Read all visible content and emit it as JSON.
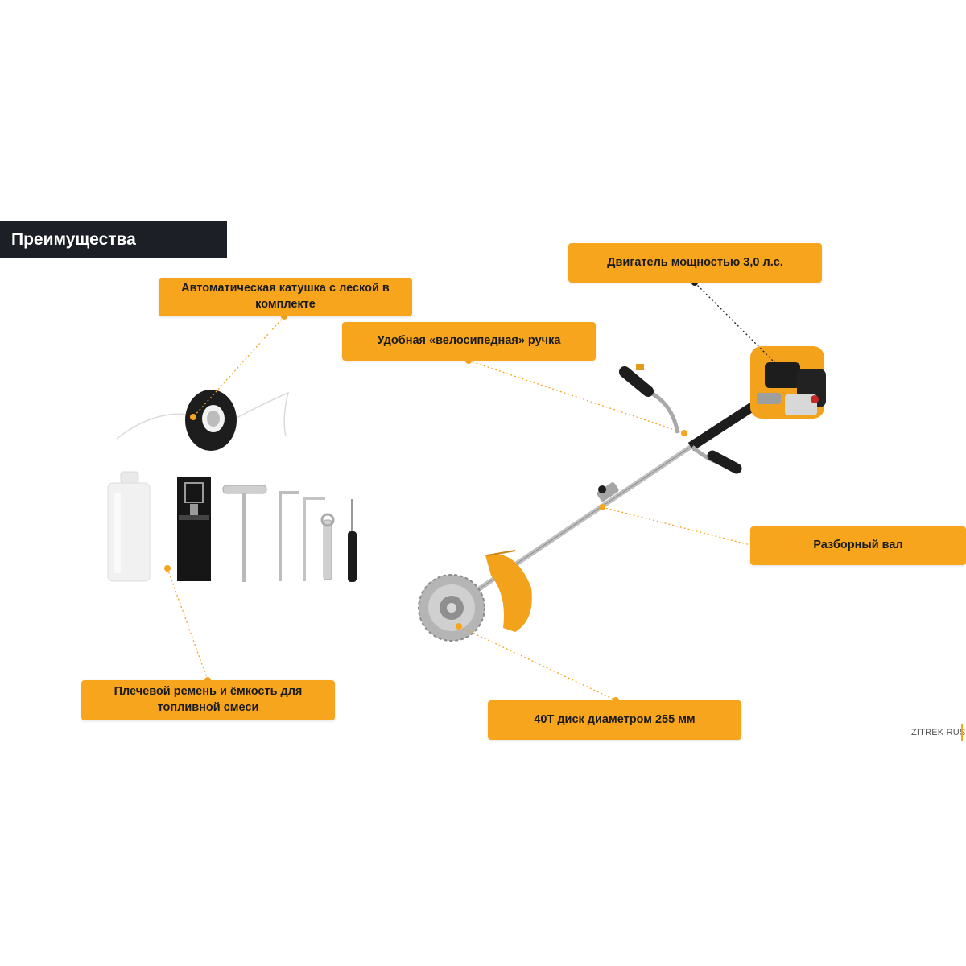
{
  "header": {
    "title": "Преимущества"
  },
  "callouts": {
    "spool": "Автоматическая катушка с леской в комплекте",
    "handle": "Удобная «велосипедная» ручка",
    "engine": "Двигатель мощностью 3,0 л.с.",
    "shaft": "Разборный вал",
    "strap": "Плечевой ремень и ёмкость для топливной смеси",
    "disc": "40T диск диаметром 255 мм"
  },
  "brand": "ZITREK RUS",
  "colors": {
    "accent": "#f7a51d",
    "header_bg": "#1c1f26",
    "leader": "#f7a51d"
  }
}
